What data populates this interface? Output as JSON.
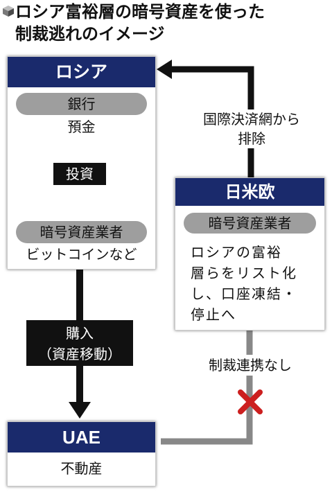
{
  "title": {
    "line1": "ロシア富裕層の暗号資産を使った",
    "line2": "制裁逃れのイメージ"
  },
  "russia": {
    "header": "ロシア",
    "bank_pill": "銀行",
    "deposit": "預金",
    "invest_label": "投資",
    "crypto_pill": "暗号資産業者",
    "crypto_examples": "ビットコインなど"
  },
  "purchase": {
    "line1": "購入",
    "line2": "（資産移動）"
  },
  "uae": {
    "header": "UAE",
    "real_estate": "不動産"
  },
  "exclusion": {
    "line1": "国際決済網から",
    "line2": "排除"
  },
  "west": {
    "header": "日米欧",
    "crypto_pill": "暗号資産業者",
    "body_lines": [
      "ロシアの富裕",
      "層らをリスト化",
      "し、口座凍結・",
      "停止へ"
    ]
  },
  "no_coordination": "制裁連携なし",
  "colors": {
    "header_navy": "#1a2a6c",
    "pill_gray": "#9e9e9e",
    "arrow_black": "#111111",
    "connector_gray": "#888888",
    "cross_red": "#cc1f1f"
  },
  "icons": [
    "cube-icon",
    "red-cross-icon"
  ]
}
